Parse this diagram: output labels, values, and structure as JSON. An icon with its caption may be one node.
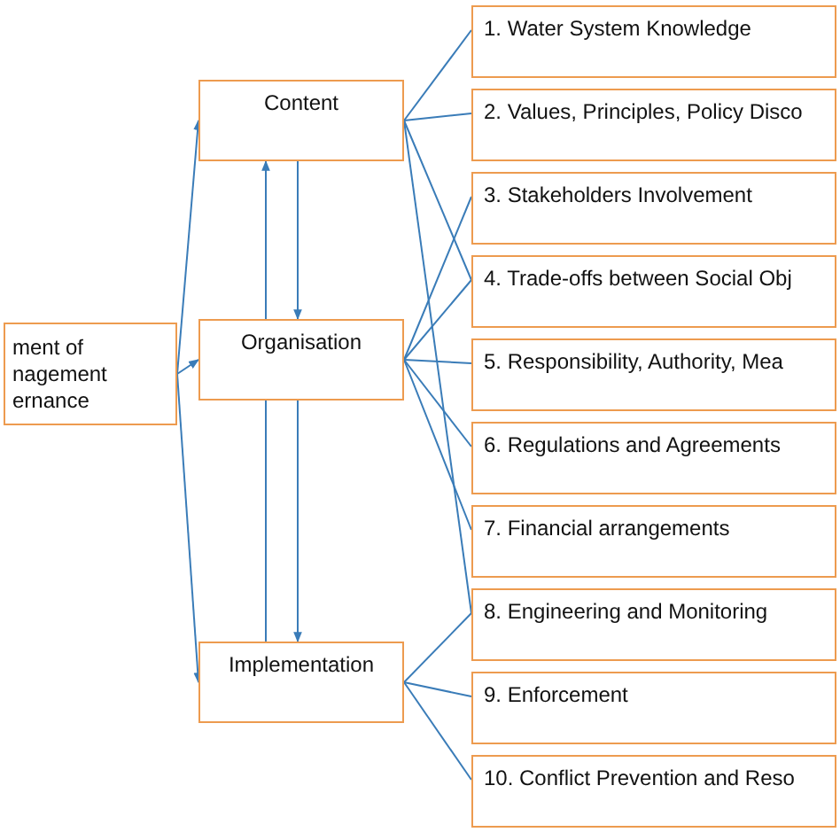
{
  "diagram": {
    "nodes": [
      {
        "text": [
          "ment of nagement ernance"
        ]
      },
      {
        "text": [
          "Content"
        ]
      },
      {
        "text": [
          "Organisation"
        ]
      },
      {
        "text": [
          "Implementation"
        ]
      },
      {
        "text": [
          "1. Water System Knowledge"
        ]
      },
      {
        "text": [
          "2. Values, Principles, Policy Disco"
        ]
      },
      {
        "text": [
          "3. Stakeholders Involvement"
        ]
      },
      {
        "text": [
          "4. Trade-offs between Social Obj"
        ]
      },
      {
        "text": [
          "5. Responsibility, Authority, Mea"
        ]
      },
      {
        "text": [
          "6. Regulations and Agreements"
        ]
      },
      {
        "text": [
          "7. Financial arrangements"
        ]
      },
      {
        "text": [
          "8. Engineering and Monitoring"
        ]
      },
      {
        "text": [
          "9. Enforcement"
        ]
      },
      {
        "text": [
          "10. Conflict Prevention and Reso"
        ]
      }
    ],
    "edges": [
      {
        "from": 0,
        "to": 1,
        "arrow": "to"
      },
      {
        "from": 0,
        "to": 2,
        "arrow": "to"
      },
      {
        "from": 0,
        "to": 3,
        "arrow": "to"
      },
      {
        "from": 2,
        "to": 1,
        "arrow": "to"
      },
      {
        "from": 1,
        "to": 2,
        "arrow": "to"
      },
      {
        "from": 3,
        "to": 2,
        "arrow": "none"
      },
      {
        "from": 2,
        "to": 3,
        "arrow": "to"
      },
      {
        "from": 1,
        "to": 4,
        "arrow": "none"
      },
      {
        "from": 1,
        "to": 5,
        "arrow": "none"
      },
      {
        "from": 1,
        "to": 7,
        "arrow": "none"
      },
      {
        "from": 1,
        "to": 11,
        "arrow": "none"
      },
      {
        "from": 2,
        "to": 6,
        "arrow": "none"
      },
      {
        "from": 2,
        "to": 7,
        "arrow": "none"
      },
      {
        "from": 2,
        "to": 8,
        "arrow": "none"
      },
      {
        "from": 2,
        "to": 9,
        "arrow": "none"
      },
      {
        "from": 2,
        "to": 10,
        "arrow": "none"
      },
      {
        "from": 3,
        "to": 11,
        "arrow": "none"
      },
      {
        "from": 3,
        "to": 12,
        "arrow": "none"
      },
      {
        "from": 3,
        "to": 13,
        "arrow": "none"
      }
    ]
  }
}
